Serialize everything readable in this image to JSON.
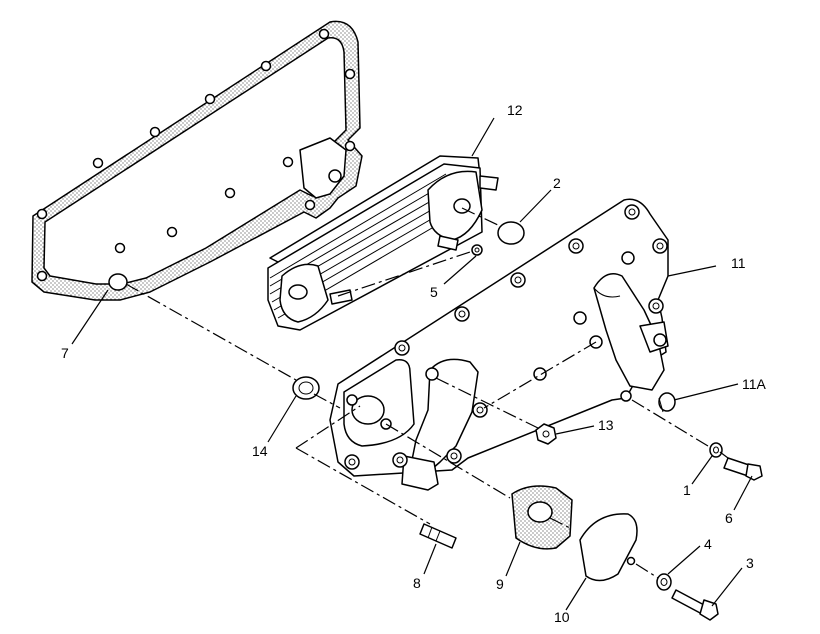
{
  "callouts": {
    "c1": "1",
    "c2": "2",
    "c3": "3",
    "c4": "4",
    "c5": "5",
    "c6": "6",
    "c7": "7",
    "c8": "8",
    "c9": "9",
    "c10": "10",
    "c11": "11",
    "c11a": "11A",
    "c12": "12",
    "c13": "13",
    "c14": "14"
  }
}
